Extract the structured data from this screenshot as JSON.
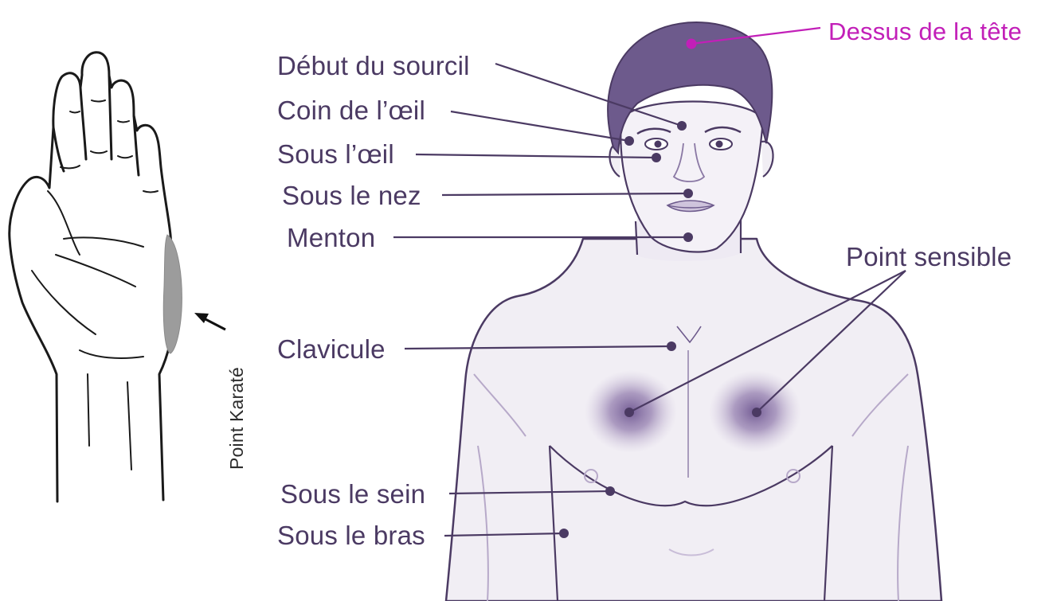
{
  "labels": {
    "top_of_head": "Dessus de la tête",
    "eyebrow": "Début du sourcil",
    "eye_corner": "Coin de l’œil",
    "under_eye": "Sous l’œil",
    "under_nose": "Sous le nez",
    "chin": "Menton",
    "sore_spot": "Point sensible",
    "collarbone": "Clavicule",
    "under_breast": "Sous le sein",
    "under_arm": "Sous le bras",
    "karate_point": "Point Karaté"
  },
  "colors": {
    "label_text": "#4b3a63",
    "highlight_label": "#c21fb8",
    "point_dot": "#4b3a63",
    "hair": "#6d5a8c",
    "body_outline": "#4b3a63",
    "skin_fill": "#f1eef4",
    "sore_spot_shade": "#7d6698",
    "karate_zone": "#9c9c9c"
  },
  "icons": {
    "hand": "palm-hand-outline",
    "body": "male-torso-illustration"
  }
}
